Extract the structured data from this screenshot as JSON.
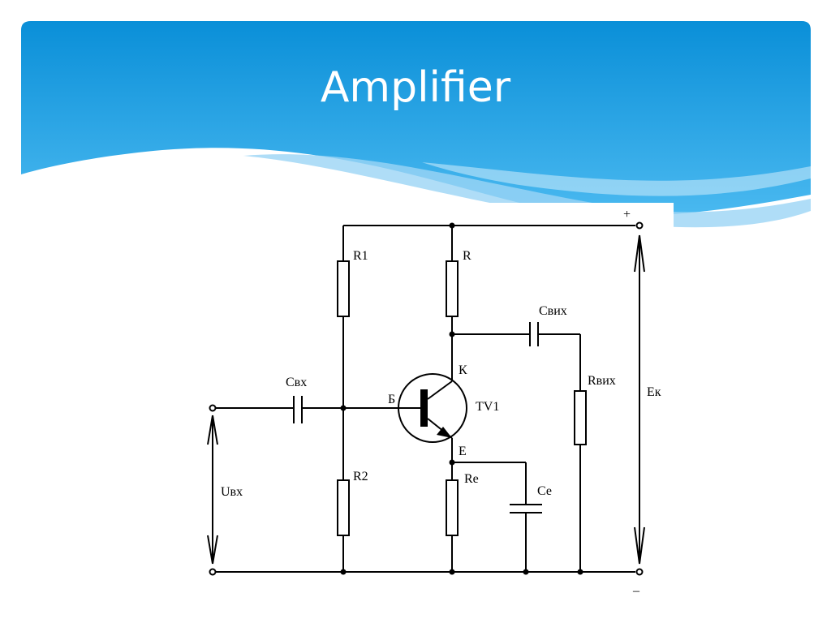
{
  "slide": {
    "title": "Amplifier",
    "theme_colors": {
      "banner_top": "#0a8fd8",
      "banner_bottom": "#3db3ee",
      "wave_light": "#9bd5f5"
    }
  },
  "diagram": {
    "components": {
      "r1": "R1",
      "r": "R",
      "r2": "R2",
      "re": "Re",
      "c_in": "Свх",
      "c_out": "Свих",
      "ce": "Се",
      "r_out": "Rвих",
      "transistor": "TV1"
    },
    "pins": {
      "base": "Б",
      "collector": "К",
      "emitter": "Е"
    },
    "signals": {
      "u_in": "Uвх",
      "e_k": "Ек",
      "plus": "+",
      "minus": "–"
    }
  }
}
